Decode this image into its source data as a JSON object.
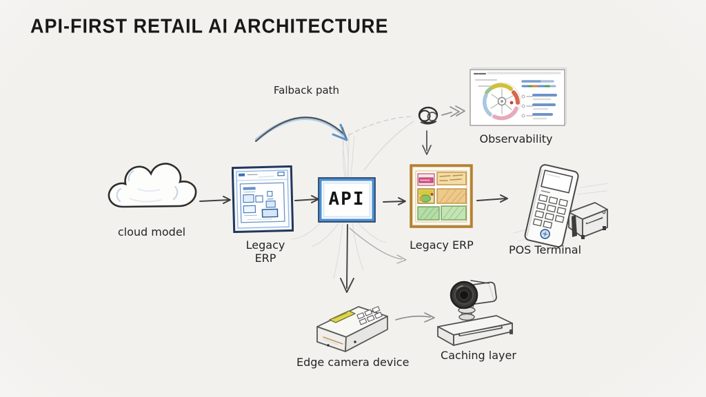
{
  "title": "API-FIRST RETAIL AI ARCHITECTURE",
  "annotations": {
    "fallback_path_label": "Falback path"
  },
  "nodes": {
    "cloud_model": {
      "label": "cloud model"
    },
    "legacy_erp_left": {
      "label_line1": "Legacy",
      "label_line2": "ERP"
    },
    "api_gateway": {
      "label": "API"
    },
    "legacy_erp_right": {
      "label": "Legacy ERP"
    },
    "pos_terminal": {
      "label": "POS Terminal"
    },
    "observability": {
      "label": "Observability"
    },
    "edge_camera_device": {
      "label": "Edge camera device"
    },
    "caching_layer": {
      "label": "Caching layer"
    }
  },
  "colors": {
    "background": "#f3f1ee",
    "ink": "#2b2b2b",
    "arrow_dark": "#3f3f3f",
    "api_box_blue": "#4a8ed0",
    "erp_window_navy": "#23365c",
    "erp_frame_orange": "#b5812f",
    "fallback_arrow_blue": "#9ec4e4",
    "module_green": "#b5dda6",
    "module_tan": "#eec98c",
    "module_pink": "#d8548a",
    "donut_yellow": "#cfc23a",
    "donut_red": "#d8684a",
    "donut_pink": "#e8a8bc",
    "donut_blue": "#a9c6e2"
  }
}
